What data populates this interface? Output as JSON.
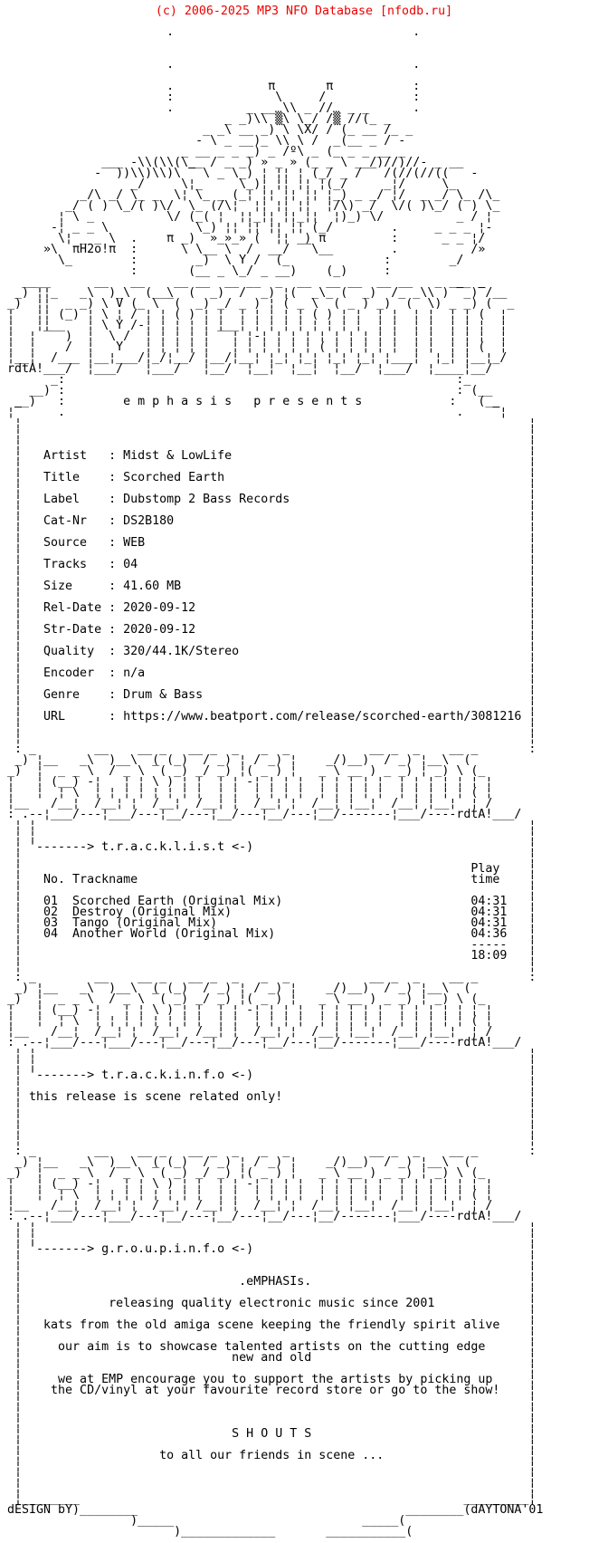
{
  "page": {
    "header": "(c) 2006-2025 MP3 NFO Database [nfodb.ru]",
    "header_color": "#ee0000",
    "background_color": "#ffffff",
    "text_color": "#000000"
  },
  "release": {
    "group": "emphasis",
    "presents_text": "e m p h a s i s   p r e s e n t s",
    "fields": [
      {
        "label": "Artist",
        "value": "Midst & LowLife"
      },
      {
        "label": "Title",
        "value": "Scorched Earth"
      },
      {
        "label": "Label",
        "value": "Dubstomp 2 Bass Records"
      },
      {
        "label": "Cat-Nr",
        "value": "DS2B180"
      },
      {
        "label": "Source",
        "value": "WEB"
      },
      {
        "label": "Tracks",
        "value": "04"
      },
      {
        "label": "Size",
        "value": "41.60 MB"
      },
      {
        "label": "Rel-Date",
        "value": "2020-09-12"
      },
      {
        "label": "Str-Date",
        "value": "2020-09-12"
      },
      {
        "label": "Quality",
        "value": "320/44.1K/Stereo"
      },
      {
        "label": "Encoder",
        "value": "n/a"
      },
      {
        "label": "Genre",
        "value": "Drum & Bass"
      },
      {
        "label": "URL",
        "value": "https://www.beatport.com/release/scorched-earth/3081216"
      }
    ]
  },
  "tracklist": {
    "heading": "'-------> t.r.a.c.k.l.i.s.t <-)",
    "columns": {
      "no": "No.",
      "name": "Trackname",
      "time_line1": "Play",
      "time_line2": "time"
    },
    "tracks": [
      {
        "no": "01",
        "name": "Scorched Earth (Original Mix)",
        "time": "04:31"
      },
      {
        "no": "02",
        "name": "Destroy (Original Mix)",
        "time": "04:31"
      },
      {
        "no": "03",
        "name": "Tango (Original Mix)",
        "time": "04:31"
      },
      {
        "no": "04",
        "name": "Another World (Original Mix)",
        "time": "04:36"
      }
    ],
    "total_rule": "-----",
    "total_time": "18:09"
  },
  "trackinfo": {
    "heading": "'-------> t.r.a.c.k.i.n.f.o <-)",
    "note": "this release is scene related only!"
  },
  "groupinfo": {
    "heading": "'-------> g.r.o.u.p.i.n.f.o <-)",
    "lines": [
      ".eMPHASIs.",
      "",
      "releasing quality electronic music since 2001",
      "",
      "kats from the old amiga scene keeping the friendly spirit alive",
      "",
      "our aim is to showcase talented artists on the cutting edge",
      "new and old",
      "",
      "we at EMP encourage you to support the artists by picking up",
      "the CD/vinyl at your favourite record store or go to the show!",
      "",
      "",
      "",
      "S H O U T S",
      "",
      "to all our friends in scene ...",
      "",
      "",
      ""
    ]
  },
  "footer": {
    "design_by": "dESIGN bY)",
    "designer": "(dAYTONA'01"
  },
  "ascii": {
    "logo_signature": "rdtA!",
    "water_tag": "πH2o!π",
    "top_art": [
      "                       .                                 .",
      "",
      "",
      "                       .                                 .",
      "",
      "                       .             π       π           :",
      "                       :              \\     /            :",
      "                       .          _ __ \\\\ _ //  _ _      .",
      "                               _ _)\\\\ ▒\\ \\_/ /▒ //(_ _",
      "                            _ _\\ __ _) \\ \\X/ / (_ __ /_ _",
      "                           - \\ _ __)_ \\\\ \\ /  _(__ _ / -",
      "                         _ __ _ _ _) _ /º\\ _ (_ _ _ __ _",
      "              _ _ -\\\\(\\\\(\\__ / _ _) » _ » (_ _ \\ __/)//)//- _ _",
      "             - ‾))\\\\)\\\\)\\ ‾ \\ _ \\_) ¦ ¦¦ ¦ (_/ _ / ‾ /(//(//(( ‾ -",
      "                  _/     \\¦_     \\_)¦ ¦¦ ¦¦ ¦(_/     _¦/     \\_",
      "           _/\\ _/ \\_ _  \\¦ \\_ _ (_¦ ¦¦ ¦¦ ¦¦ ¦_) _ _/ ¦/  _ _/ \\_ /\\_",
      "         _/ ( ) \\_/( )\\/  \\_ (/\\¦  ¦¦ ¦¦ ¦¦  ¦/\\) _/  \\/( )\\_/ ( ) \\_",
      "        ¦ \\ _          \\/ (_( ¦  ¦¦_¦¦ ¦¦_¦¦  ¦)_) \\/          _ / ¦",
      "       -¦ _ _ \\            \\_) ¦¦ ¦¦ ¦¦ ¦¦ (_/        .     _ _ _ ¦-",
      "        \\¦ _ _ \\  .    π _)  »_»_» (  ¦¦  ) π         :      _ _ ¦/",
      "      »\\  πH2o!π  :      \\ \\__ \\  /  __/ ‾‾\\__        .          /»",
      "        \\_        :        _)  \\ Y /  (_             :        _/",
      "                  :       (__ _ \\_/ _ __)    (_)     :"
    ],
    "banner_large": [
      "   _ __                                                        __ _",
      "  _)‾¦¦_   _\\‾‾)_\\‾‾(__\\‾‾(‾‾_)‾‾/‾‾_)‾¦(‾‾_\\‾‾(‾‾_)‾‾/‾‾_\\\\‾)‾‾_)‾/_",
      " _)  ¦¦  _ _) \\ V (_ \\ ‾(  _) _/ _ ) ¦ ( _ \\ ‾( _ ) _) ‾(  \\) _ _) ( ‾_",
      " ¦   ¦¦ (_) ¦ \\ ¦ / ¦ ¦ ( ) ¦ ¦  ¦ ¦ ¦ ¦ ¦ ( ) ¦ ¦  ¦ ¦  ¦ ¦  ¦ ¦ (  ¦",
      " ¦   ¦¦__   ¦ \\ Y /-¦ ¦ ¦ ¦ ¦ ¦__¦ ¦ ¦ ¦ ¦ ¦ ¦ ¦ ¦  ¦ ¦  ¦ ¦  ¦ ¦ ¦  ¦",
      " ¦  ¦ ‾  )  ¦  \\ /  ¦ ¦ ¦ ¦ ¦ ‾ ¦ ¦-¦ ¦ ¦ ¦ ¦ ¦ ¦ ¦ ¦ ¦  ¦ ¦  ¦ ¦ ¦  ¦",
      " ¦  ¦    /  ¦   Y   ¦ ¦ ¦ ¦ ¦   ¦ ¦ ¦ ¦ ¦ ¦ ( ¦ ¦ ¦ ¦ ¦  ¦ ¦  ¦ ¦ (  ¦",
      " ¦__¦  /___ ¦__¦___/¦_/¦__/ ¦__/¦__¦ ¦_¦ ¦_¦ ¦_¦ ¦_¦ ¦___¦  ¦_¦ ¦__¦_/",
      " rdtA!___/  ¦___/   ¦___/   ¦__/  ¦__¦  ¦__¦  ¦__/  ¦___/  ¦____¦__/"
    ],
    "presents_frame": [
      "        :                                                      :",
      "    __)‾:                                                      :‾(__",
      "  __)   :        e m p h a s i s   p r e s e n t s            :   (__",
      " ¦‾     .                                                      .    ‾¦"
    ],
    "banner_small": [
      "  _)‾¦__   _\\‾‾)__\\‾‾(‾(_)‾‾/‾_)‾¦ /‾_)‾¦    _/)__)‾‾/‾_)‾¦__\\‾‾(‾",
      " _)  ¦  _ _ \\  / _ \\ ‾( _) _/ _) ¦( _ ) ¦   _ \\ __ ) _ _) ¦ _) \\ (_",
      " ¦   ¦ (__) -¦   ¦ ¦ \\ ) ¦ ¦  ¦ ¦ -¦ ¦ ¦ ¦  ¦ ¦ ¦ ¦ ¦  ¦ ¦ ¦ ¦ ¦ ¦ ¦",
      " ¦   ¦  ¦ \\  ¦ ¦ ¦ ¦ ¦ ¦ ¦ ¦  ¦ ¦  ¦ ¦ ¦ ¦  ¦ ¦ ¦ ¦ ¦  ¦ ¦ ¦ ¦ ¦ ( ¦",
      " ¦__   /__¦  /__¦ ¦  /__¦  /__¦ ¦  /__¦ ¦  /__¦ ¦__¦  /__¦ ¦__¦  ¦ /",
      " : .--¦___/---¦___/---¦__/---¦__/---¦__/---¦__/-------¦___/----rdtA!___/"
    ],
    "footer_art": [
      "  ¦________                                                     _________¦",
      " dESIGN bY)________                                     ________(dAYTONA'01",
      "                  )_____                          _____(",
      "                        )_____________       ___________("
    ]
  }
}
